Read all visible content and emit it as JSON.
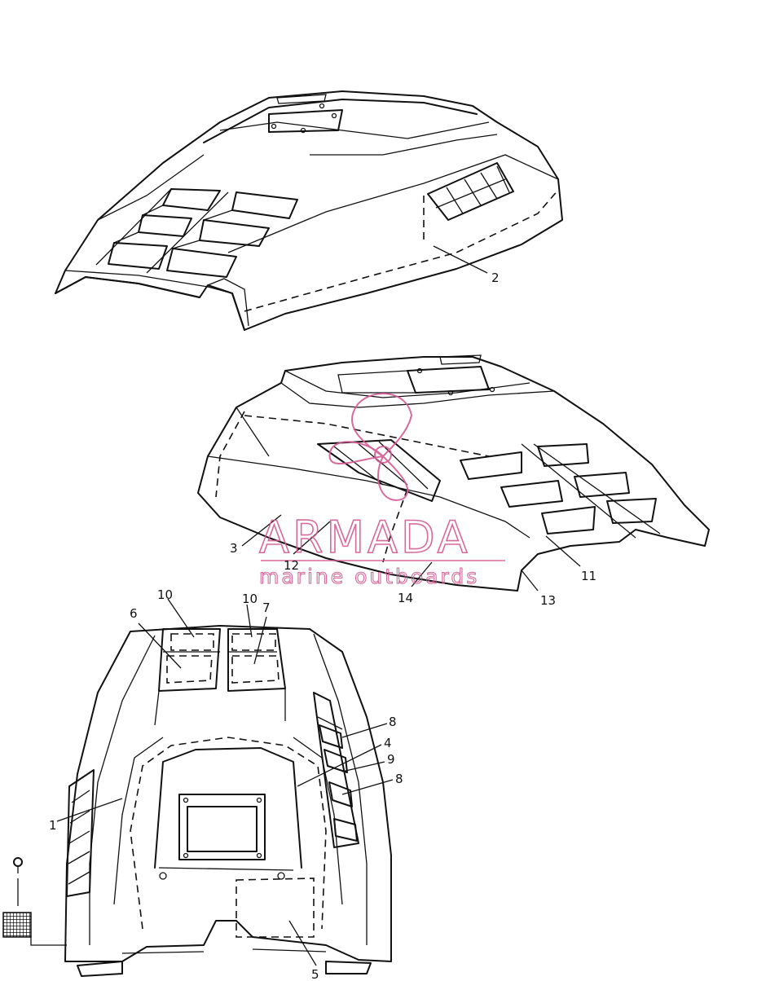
{
  "watermark": {
    "brand": "ARMADA",
    "tagline": "marine outboards",
    "color": "#d35a91"
  },
  "callouts": [
    {
      "id": "c2",
      "label": "2"
    },
    {
      "id": "c3",
      "label": "3"
    },
    {
      "id": "c12",
      "label": "12"
    },
    {
      "id": "c14",
      "label": "14"
    },
    {
      "id": "c13",
      "label": "13"
    },
    {
      "id": "c11",
      "label": "11"
    },
    {
      "id": "c10a",
      "label": "10"
    },
    {
      "id": "c10b",
      "label": "10"
    },
    {
      "id": "c6",
      "label": "6"
    },
    {
      "id": "c7",
      "label": "7"
    },
    {
      "id": "c8a",
      "label": "8"
    },
    {
      "id": "c4",
      "label": "4"
    },
    {
      "id": "c9",
      "label": "9"
    },
    {
      "id": "c8b",
      "label": "8"
    },
    {
      "id": "c1",
      "label": "1"
    },
    {
      "id": "c5",
      "label": "5"
    }
  ]
}
